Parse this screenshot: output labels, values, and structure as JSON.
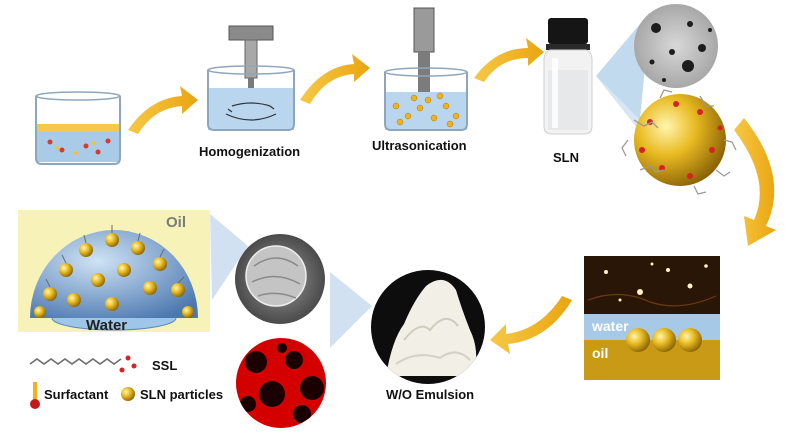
{
  "steps": {
    "homogenization": "Homogenization",
    "ultrasonication": "Ultrasonication",
    "sln": "SLN",
    "emulsion": "W/O Emulsion"
  },
  "panel_left": {
    "oil": "Oil",
    "water": "Water"
  },
  "panel_right": {
    "water": "water",
    "oil": "oil"
  },
  "legend": {
    "ssl": "SSL",
    "surfactant": "Surfactant",
    "sln_particles": "SLN particles"
  },
  "colors": {
    "arrow": "#f2b21c",
    "oil_panel_bg": "#f7f3b8",
    "water_blue": "#9ec6e8",
    "particle_gold": "#e2b21c",
    "confocal_red": "#d40000",
    "oil_layer": "#c99a16",
    "afm_dark": "#2a1606"
  }
}
